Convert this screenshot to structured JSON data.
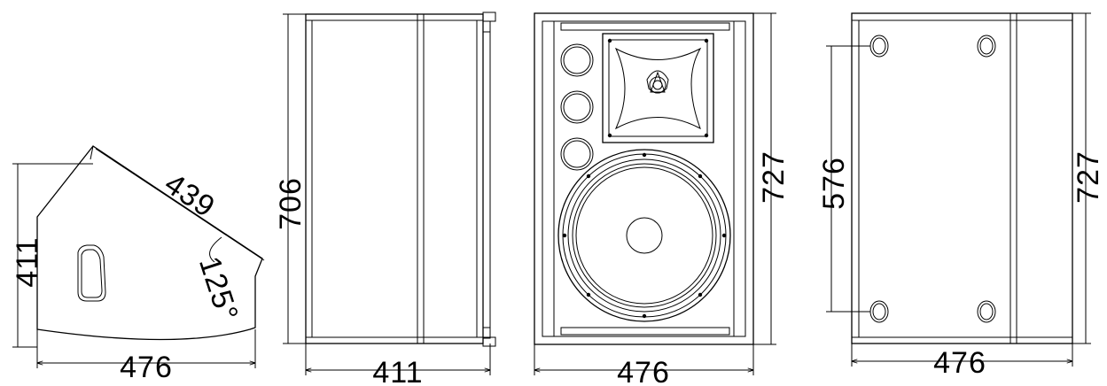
{
  "side_view": {
    "height_label": "411",
    "diagonal_label": "439",
    "angle_label": "125°",
    "width_label": "476"
  },
  "back_view": {
    "height_label": "706",
    "width_label": "411"
  },
  "front_view": {
    "height_label": "727",
    "width_label": "476"
  },
  "rear_view": {
    "inner_height_label": "576",
    "height_label": "727",
    "width_label": "476"
  },
  "colors": {
    "line": "#000000",
    "background": "#ffffff"
  }
}
